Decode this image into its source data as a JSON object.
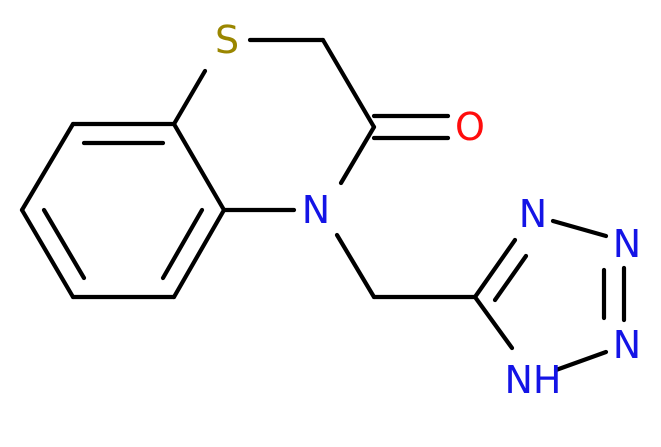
{
  "colors": {
    "bond": "#000000",
    "S": "#9a8600",
    "N": "#1414e6",
    "O": "#ff0d0d"
  },
  "atoms": {
    "S": "S",
    "N_ring": "N",
    "O": "O",
    "N_tz_a": "N",
    "N_tz_b": "N",
    "N_tz_c": "N",
    "NH_tz": "NH"
  }
}
